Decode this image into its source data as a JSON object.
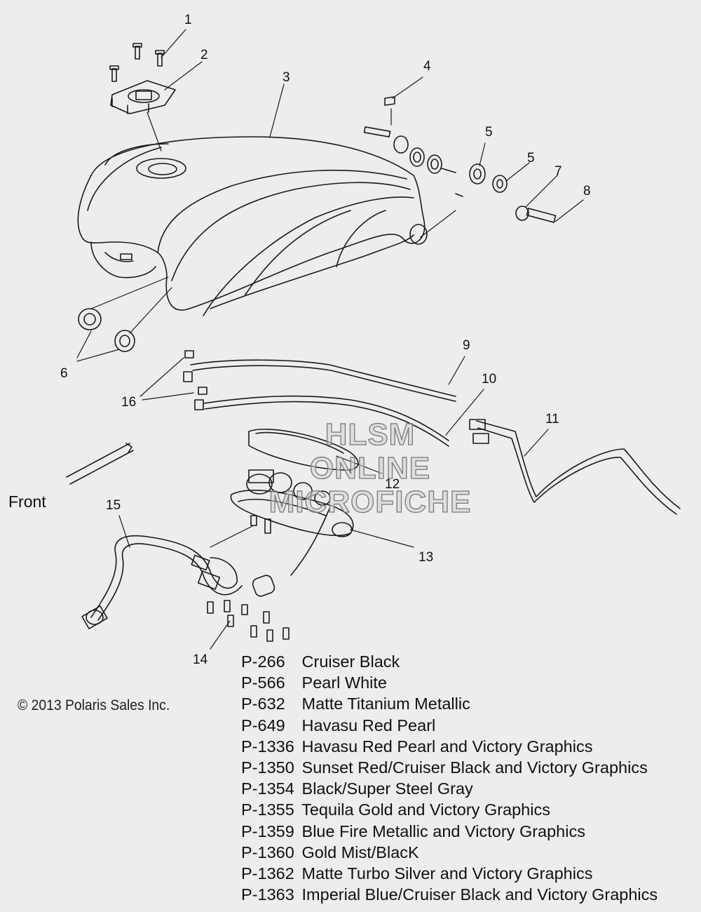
{
  "callouts": [
    {
      "id": "1",
      "label": "1"
    },
    {
      "id": "2",
      "label": "2"
    },
    {
      "id": "3",
      "label": "3"
    },
    {
      "id": "4",
      "label": "4"
    },
    {
      "id": "5a",
      "label": "5"
    },
    {
      "id": "5b",
      "label": "5"
    },
    {
      "id": "6",
      "label": "6"
    },
    {
      "id": "7",
      "label": "7"
    },
    {
      "id": "8",
      "label": "8"
    },
    {
      "id": "9",
      "label": "9"
    },
    {
      "id": "10",
      "label": "10"
    },
    {
      "id": "11",
      "label": "11"
    },
    {
      "id": "12",
      "label": "12"
    },
    {
      "id": "13",
      "label": "13"
    },
    {
      "id": "14",
      "label": "14"
    },
    {
      "id": "15",
      "label": "15"
    },
    {
      "id": "16",
      "label": "16"
    }
  ],
  "front_label": "Front",
  "watermark": [
    "HLSM",
    "ONLINE",
    "MICROFICHE"
  ],
  "copyright": "© 2013 Polaris Sales Inc.",
  "color_codes": [
    {
      "code": "P-266",
      "name": "Cruiser Black"
    },
    {
      "code": "P-566",
      "name": "Pearl White"
    },
    {
      "code": "P-632",
      "name": "Matte Titanium Metallic"
    },
    {
      "code": "P-649",
      "name": "Havasu Red Pearl"
    },
    {
      "code": "P-1336",
      "name": "Havasu Red Pearl and Victory Graphics"
    },
    {
      "code": "P-1350",
      "name": "Sunset Red/Cruiser Black and Victory Graphics"
    },
    {
      "code": "P-1354",
      "name": "Black/Super Steel Gray"
    },
    {
      "code": "P-1355",
      "name": "Tequila Gold and Victory Graphics"
    },
    {
      "code": "P-1359",
      "name": "Blue Fire Metallic and Victory Graphics"
    },
    {
      "code": "P-1360",
      "name": "Gold Mist/BlacK"
    },
    {
      "code": "P-1362",
      "name": "Matte Turbo Silver and Victory Graphics"
    },
    {
      "code": "P-1363",
      "name": "Imperial Blue/Cruiser Black and Victory Graphics"
    }
  ],
  "colors": {
    "background": "#ededed",
    "line": "#1a1a1a",
    "watermark_stroke": "#7a7a7a"
  }
}
